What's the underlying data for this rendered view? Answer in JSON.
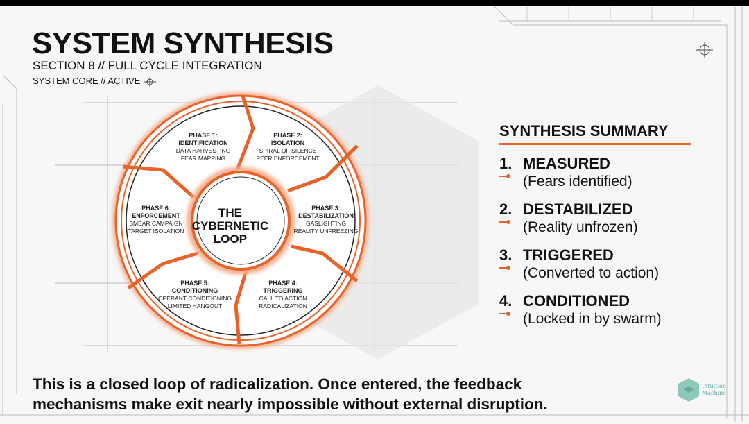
{
  "header": {
    "title": "SYSTEM SYNTHESIS",
    "subtitle": "SECTION 8 // FULL CYCLE INTEGRATION",
    "status": "SYSTEM CORE // ACTIVE"
  },
  "diagram": {
    "center_lines": [
      "THE",
      "CYBERNETIC",
      "LOOP"
    ],
    "phases": [
      {
        "label": "PHASE 1:",
        "name": "IDENTIFICATION",
        "lines": [
          "DATA HARVESTING",
          "FEAR MAPPING"
        ]
      },
      {
        "label": "PHASE 2:",
        "name": "ISOLATION",
        "lines": [
          "SPIRAL OF SILENCE",
          "PEER ENFORCEMENT"
        ]
      },
      {
        "label": "PHASE 3:",
        "name": "DESTABILIZATION",
        "lines": [
          "GASLIGHTING",
          "REALITY UNFREEZING"
        ]
      },
      {
        "label": "PHASE 4:",
        "name": "TRIGGERING",
        "lines": [
          "CALL TO ACTION",
          "RADICALIZATION"
        ]
      },
      {
        "label": "PHASE 5:",
        "name": "CONDITIONING",
        "lines": [
          "OPERANT CONDITIONING",
          "LIMITED HANGOUT"
        ]
      },
      {
        "label": "PHASE 6:",
        "name": "ENFORCEMENT",
        "lines": [
          "SMEAR CAMPAIGN",
          "TARGET ISOLATION"
        ]
      }
    ]
  },
  "summary": {
    "title": "SYNTHESIS SUMMARY",
    "items": [
      {
        "num": "1.",
        "head": "MEASURED",
        "desc": "(Fears identified)"
      },
      {
        "num": "2.",
        "head": "DESTABILIZED",
        "desc": "(Reality unfrozen)"
      },
      {
        "num": "3.",
        "head": "TRIGGERED",
        "desc": "(Converted to action)"
      },
      {
        "num": "4.",
        "head": "CONDITIONED",
        "desc": "(Locked in by swarm)"
      }
    ]
  },
  "footer": {
    "line1": "This is a closed loop of radicalization. Once entered, the feedback",
    "line2": "mechanisms make exit nearly impossible without external disruption."
  },
  "logo": {
    "line1": "Intuition",
    "line2": "Machine"
  },
  "colors": {
    "accent": "#e8632a",
    "text": "#111111",
    "background": "#f7f7f7"
  }
}
